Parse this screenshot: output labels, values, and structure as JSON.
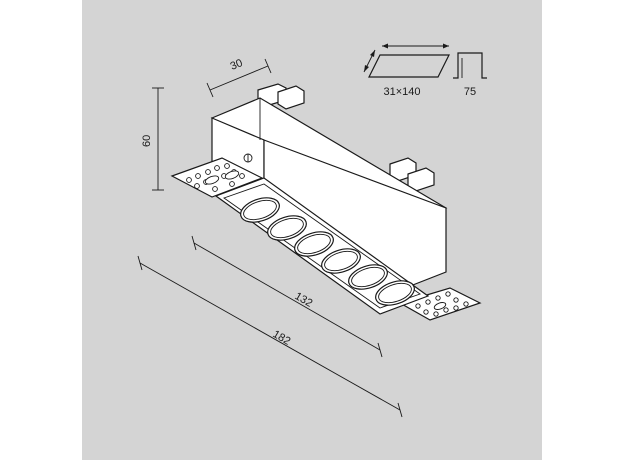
{
  "dimensions": {
    "width_label": "30",
    "height_label": "60",
    "inner_length_label": "132",
    "total_length_label": "182"
  },
  "cutout": {
    "size_label": "31×140",
    "depth_label": "75"
  },
  "luminaire": {
    "lens_count": 6
  }
}
